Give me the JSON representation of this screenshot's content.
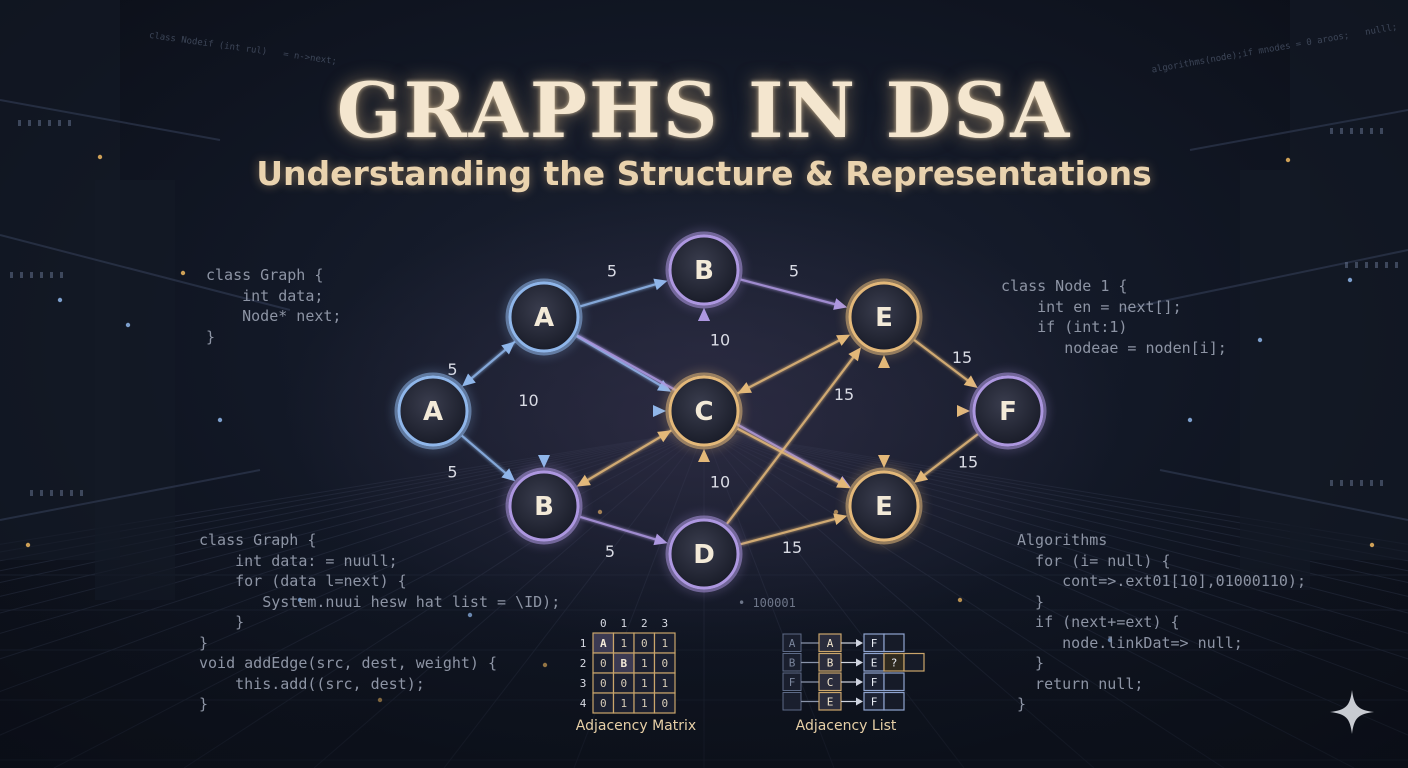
{
  "title": "GRAPHS IN DSA",
  "subtitle": "Understanding the Structure & Representations",
  "colors": {
    "blue": "#8fb6ea",
    "gold": "#e3b879",
    "purple": "#ad97e0",
    "background": "#121826",
    "title_glow": "#f4e6cf"
  },
  "code_blocks": {
    "top_left": [
      "class Graph {",
      "    int data;",
      "    Node* next;",
      "}"
    ],
    "top_right": [
      "class Node 1 {",
      "    int en = next[];",
      "    if (int:1)",
      "       nodeae = noden[i];"
    ],
    "bottom_left": [
      "class Graph {",
      "    int data: = nuull;",
      "    for (data l=next) {",
      "       System.nuui hesw hat list = \\ID);",
      "    }",
      "}",
      "",
      "void addEdge(src, dest, weight) {",
      "    this.add((src, dest);",
      "}"
    ],
    "bottom_right": [
      "Algorithms",
      "",
      "  for (i= null) {",
      "     cont=>.ext01[10],01000110);",
      "  }",
      "  if (next+=ext) {",
      "     node.linkDat=> null;",
      "  }",
      "  return null;",
      "}"
    ],
    "ghost_left": [
      "class Node",
      "",
      "if (int rul)",
      "",
      "   = n->next;"
    ],
    "ghost_right": [
      "algorithms(node);",
      "",
      "if mnodes = 0 aroos;",
      "",
      "   nulll;"
    ]
  },
  "binary_text": "• 100001",
  "graph": {
    "nodes": [
      {
        "id": "A1",
        "label": "A",
        "color": "blue"
      },
      {
        "id": "A2",
        "label": "A",
        "color": "blue"
      },
      {
        "id": "B1",
        "label": "B",
        "color": "purple"
      },
      {
        "id": "B2",
        "label": "B",
        "color": "purple"
      },
      {
        "id": "C",
        "label": "C",
        "color": "gold"
      },
      {
        "id": "D",
        "label": "D",
        "color": "purple"
      },
      {
        "id": "E1",
        "label": "E",
        "color": "gold"
      },
      {
        "id": "E2",
        "label": "E",
        "color": "gold"
      },
      {
        "id": "F",
        "label": "F",
        "color": "purple"
      }
    ],
    "edges": [
      {
        "from": "A1",
        "to": "B1",
        "color": "blue",
        "directed": true
      },
      {
        "from": "A1",
        "to": "C",
        "color": "blue",
        "directed": true
      },
      {
        "from": "A1",
        "to": "B2",
        "color": "blue",
        "directed": true
      },
      {
        "from": "A1",
        "to": "A2",
        "color": "blue",
        "bidirectional": true
      },
      {
        "from": "A1",
        "to": "E2",
        "color": "purple",
        "directed": true
      },
      {
        "from": "A2",
        "to": "C",
        "color": "blue",
        "directed": true
      },
      {
        "from": "A2",
        "to": "B2",
        "color": "blue",
        "directed": true
      },
      {
        "from": "B1",
        "to": "E1",
        "color": "purple",
        "directed": true
      },
      {
        "from": "C",
        "to": "B1",
        "color": "blue",
        "directed": true
      },
      {
        "from": "C",
        "to": "B2",
        "color": "gold",
        "bidirectional": true
      },
      {
        "from": "C",
        "to": "E1",
        "color": "gold",
        "bidirectional": true
      },
      {
        "from": "C",
        "to": "F",
        "color": "gold",
        "directed": true
      },
      {
        "from": "C",
        "to": "E2",
        "color": "gold",
        "directed": true
      },
      {
        "from": "D",
        "to": "C",
        "color": "gold",
        "directed": true
      },
      {
        "from": "D",
        "to": "B1",
        "color": "purple",
        "directed": true
      },
      {
        "from": "D",
        "to": "E2",
        "color": "gold",
        "directed": true
      },
      {
        "from": "D",
        "to": "E1",
        "color": "gold",
        "directed": true
      },
      {
        "from": "B2",
        "to": "D",
        "color": "purple",
        "directed": true
      },
      {
        "from": "E1",
        "to": "F",
        "color": "gold",
        "directed": true
      },
      {
        "from": "E1",
        "to": "E2",
        "color": "gold",
        "bidirectional": true
      },
      {
        "from": "F",
        "to": "E2",
        "color": "gold",
        "directed": true
      }
    ],
    "weights": [
      {
        "text": "5",
        "between": [
          "A1",
          "B1"
        ]
      },
      {
        "text": "5",
        "between": [
          "B1",
          "E1"
        ]
      },
      {
        "text": "5",
        "between": [
          "A1",
          "A2"
        ]
      },
      {
        "text": "10",
        "between": [
          "A2",
          "C"
        ]
      },
      {
        "text": "10",
        "between": [
          "B1",
          "C"
        ]
      },
      {
        "text": "5",
        "between": [
          "A2",
          "B2"
        ]
      },
      {
        "text": "10",
        "between": [
          "C",
          "D"
        ]
      },
      {
        "text": "5",
        "between": [
          "B2",
          "D"
        ]
      },
      {
        "text": "15",
        "between": [
          "D",
          "E2"
        ]
      },
      {
        "text": "15",
        "between": [
          "E1",
          "F"
        ]
      },
      {
        "text": "15",
        "between": [
          "C",
          "F"
        ]
      },
      {
        "text": "15",
        "between": [
          "F",
          "E2"
        ]
      }
    ]
  },
  "adjacency_matrix": {
    "caption": "Adjacency Matrix",
    "col_headers": [
      "0",
      "1",
      "2",
      "3"
    ],
    "row_headers": [
      "1",
      "2",
      "3",
      "4"
    ],
    "rows": [
      [
        "A",
        "1",
        "0",
        "1"
      ],
      [
        "0",
        "B",
        "1",
        "0"
      ],
      [
        "0",
        "0",
        "1",
        "1"
      ],
      [
        "0",
        "1",
        "1",
        "0"
      ]
    ]
  },
  "adjacency_list": {
    "caption": "Adjacency List",
    "rows": [
      {
        "head": "A",
        "entry": "A",
        "targets": [
          "F"
        ]
      },
      {
        "head": "B",
        "entry": "B",
        "targets": [
          "E",
          "?"
        ]
      },
      {
        "head": "F",
        "entry": "C",
        "targets": [
          "F"
        ]
      },
      {
        "head": "",
        "entry": "E",
        "targets": [
          "F"
        ]
      }
    ]
  },
  "sparkle_icon": "four-point-star"
}
